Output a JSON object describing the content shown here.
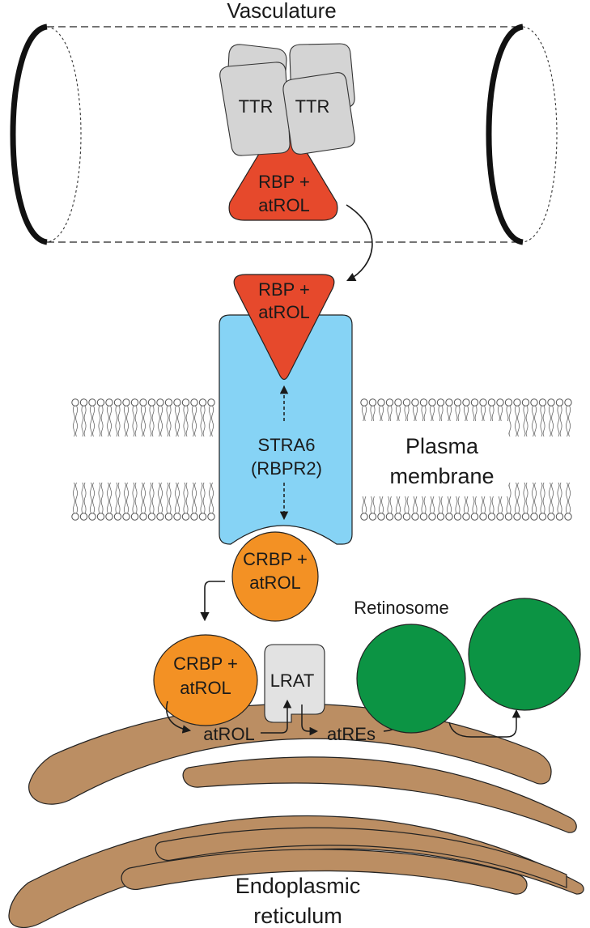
{
  "labels": {
    "vasculature": "Vasculature",
    "ttr": "TTR",
    "rbp_line1": "RBP +",
    "rbp_line2": "atROL",
    "stra6_line1": "STRA6",
    "stra6_line2": "(RBPR2)",
    "plasma_line1": "Plasma",
    "plasma_line2": "membrane",
    "crbp_line1": "CRBP +",
    "crbp_line2": "atROL",
    "lrat": "LRAT",
    "atrol": "atROL",
    "atres": "atREs",
    "retinosome": "Retinosome",
    "er_line1": "Endoplasmic",
    "er_line2": "reticulum"
  },
  "colors": {
    "rbp": "#e6492c",
    "stra6": "#86d3f5",
    "crbp": "#f39124",
    "retinosome": "#0c9444",
    "ttr": "#d4d4d4",
    "lrat": "#e2e2e2",
    "er": "#bb8e63",
    "outline": "#1a1a1a"
  }
}
